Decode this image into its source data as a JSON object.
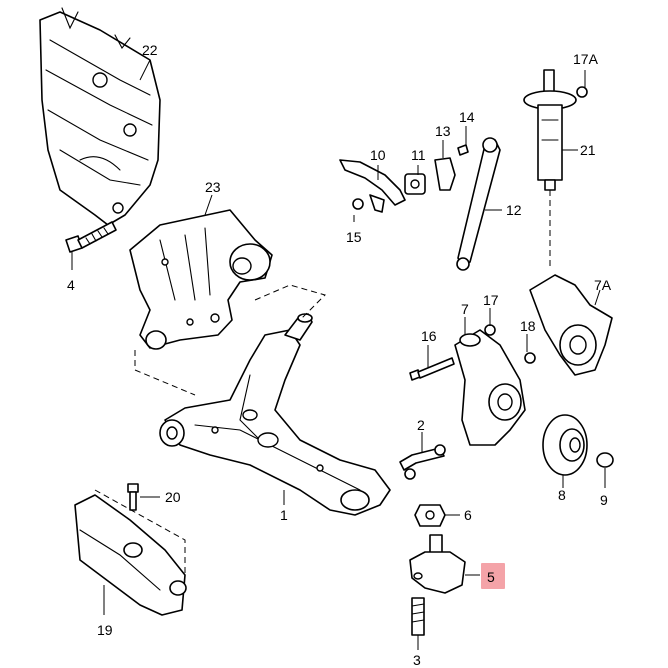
{
  "diagram": {
    "highlight_color": "#f4a3a8",
    "line_color": "#000000",
    "background": "#ffffff",
    "callouts": {
      "c1": "1",
      "c2": "2",
      "c3": "3",
      "c4": "4",
      "c5": "5",
      "c6": "6",
      "c7": "7",
      "c7a": "7A",
      "c8": "8",
      "c9": "9",
      "c10": "10",
      "c11": "11",
      "c12": "12",
      "c13": "13",
      "c14": "14",
      "c15": "15",
      "c16": "16",
      "c17": "17",
      "c17a": "17A",
      "c18": "18",
      "c19": "19",
      "c20": "20",
      "c21": "21",
      "c22": "22",
      "c23": "23"
    },
    "highlighted_callout": "5"
  }
}
